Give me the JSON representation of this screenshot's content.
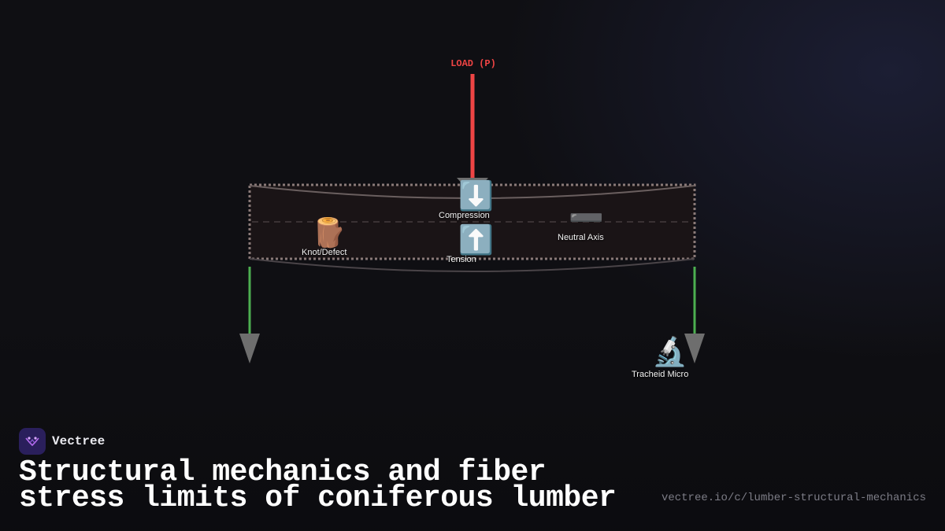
{
  "diagram": {
    "load_label": "LOAD (P)",
    "nodes": {
      "compression": {
        "icon": "down-arrow-icon",
        "glyph": "⬇️",
        "label": "Compression"
      },
      "tension": {
        "icon": "up-arrow-icon",
        "glyph": "⬆️",
        "label": "Tension"
      },
      "knot": {
        "icon": "wood-log-icon",
        "glyph": "🪵",
        "label": "Knot/Defect"
      },
      "neutral_axis": {
        "icon": "minus-icon",
        "glyph": "➖",
        "label": "Neutral Axis"
      },
      "tracheid": {
        "icon": "microscope-icon",
        "glyph": "🔬",
        "label": "Tracheid Micro"
      }
    },
    "colors": {
      "load": "#ef4444",
      "reaction": "#4caf50",
      "arrowhead": "#6e6e6e",
      "beam_fill": "#1a1416",
      "beam_border": "#8a7a78"
    }
  },
  "brand": {
    "name": "Vectree"
  },
  "title": "Structural mechanics and fiber stress limits of coniferous lumber",
  "url": "vectree.io/c/lumber-structural-mechanics"
}
